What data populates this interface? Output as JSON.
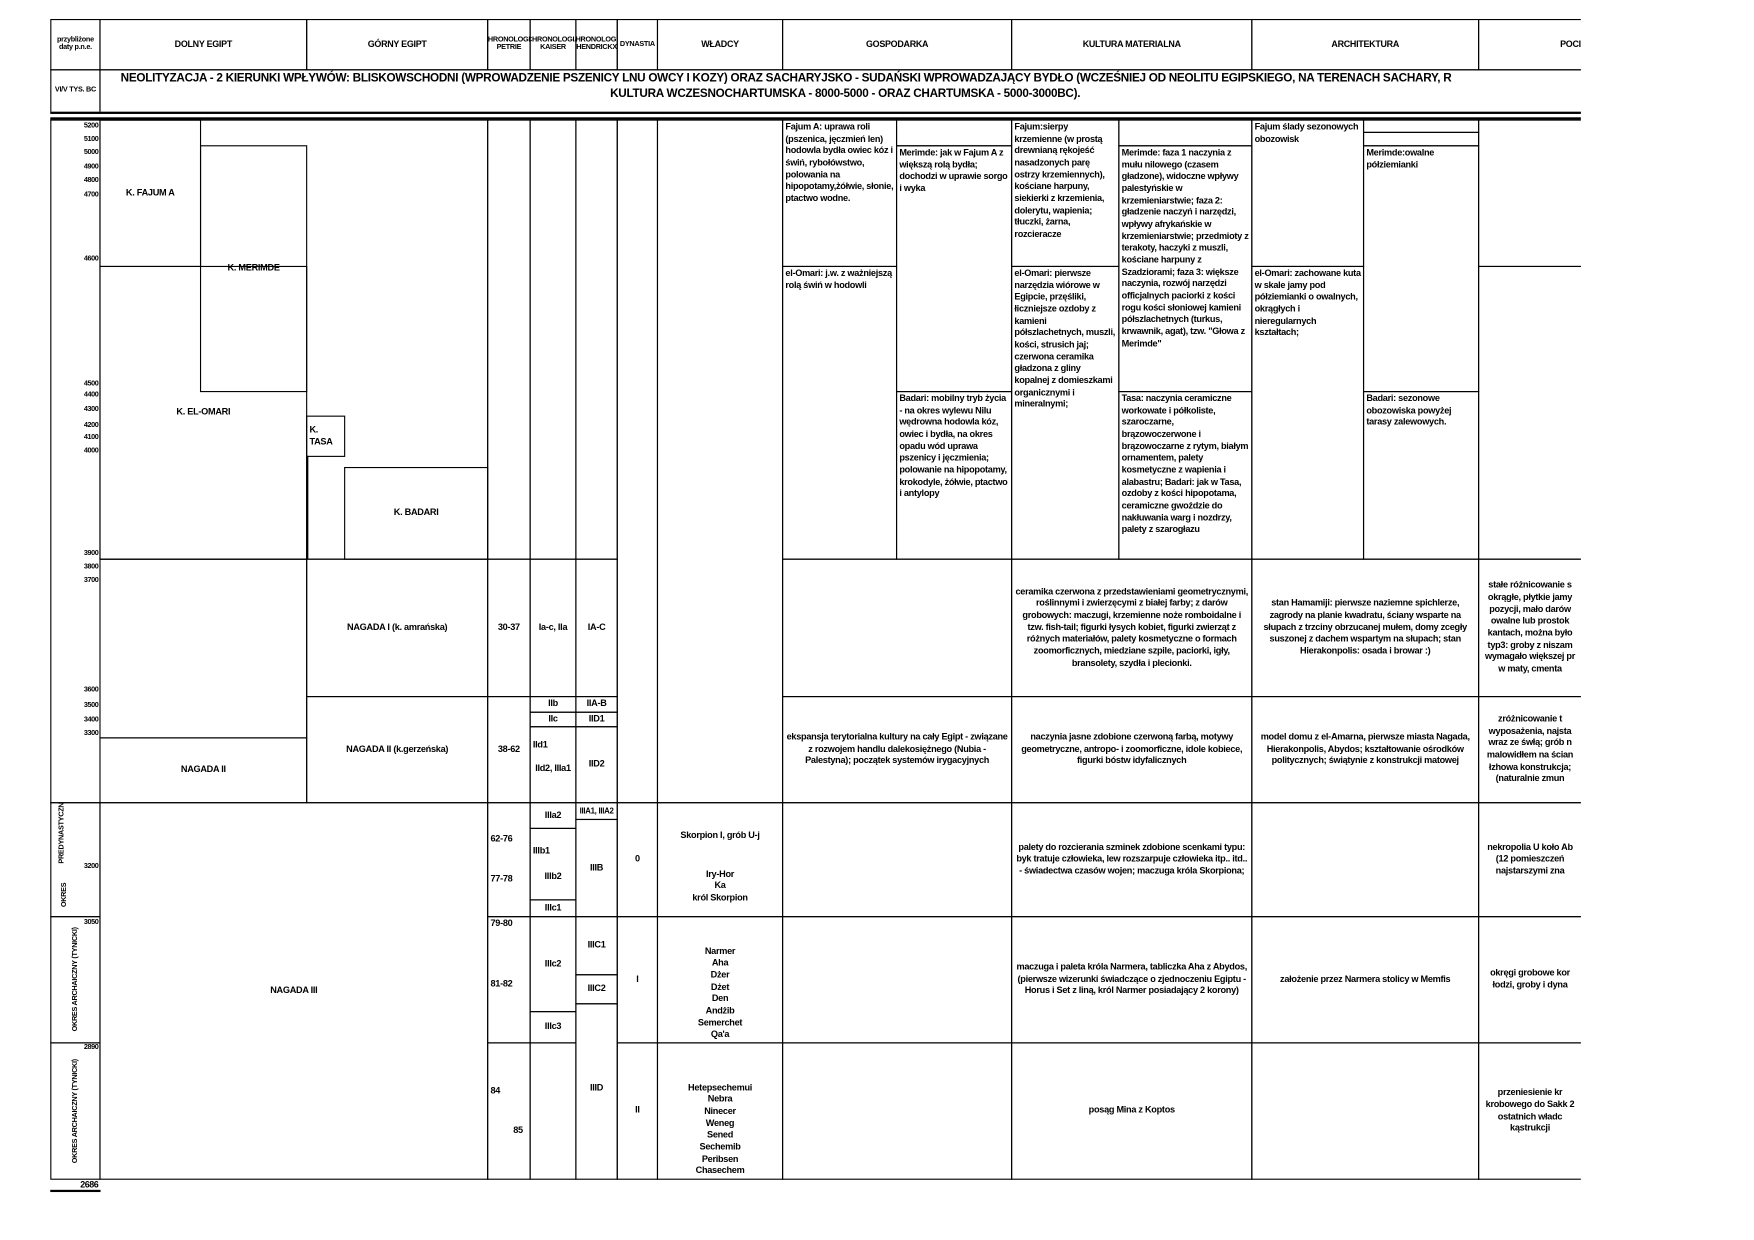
{
  "header": {
    "approx_dates": "przybliżone daty p.n.e.",
    "lower_egypt": "DOLNY EGIPT",
    "upper_egypt": "GÓRNY EGIPT",
    "petrie": "CHRONOLOGIA PETRIE",
    "kaiser": "CHRONOLOGIA KAISER",
    "hendrickx": "CHRONOLOGIA HENDRICKX",
    "dynasty": "DYNASTIA",
    "rulers": "WŁADCY",
    "economy": "GOSPODARKA",
    "material_culture": "KULTURA MATERIALNA",
    "architecture": "ARCHITEKTURA",
    "burials": "POCI"
  },
  "neolithic": {
    "period": "VI/V TYS. BC",
    "line1": "NEOLITYZACJA - 2 KIERUNKI WPŁYWÓW: BLISKOWSCHODNI (WPROWADZENIE PSZENICY LNU OWCY I KOZY) ORAZ SACHARYJSKO - SUDAŃSKI WPROWADZAJĄCY BYDŁO (WCZEŚNIEJ OD NEOLITU EGIPSKIEGO, NA TERENACH SACHARY, R",
    "line2": "KULTURA WCZESNOCHARTUMSKA - 8000-5000 - ORAZ CHARTUMSKA - 5000-3000BC)."
  },
  "years": [
    "5200",
    "5100",
    "5000",
    "4900",
    "4800",
    "4700",
    "4600",
    "4500",
    "4400",
    "4300",
    "4200",
    "4100",
    "4000",
    "3900",
    "3800",
    "3700",
    "3600",
    "3500",
    "3400",
    "3300",
    "3200",
    "3050",
    "2890",
    "2686"
  ],
  "periods": {
    "predynastic": "PREDYNASTYCZNY",
    "okres": "OKRES",
    "archaic1": "OKRES ARCHAICZNY (TYNICKI)",
    "archaic2": "OKRES ARCHAICZNY (TYNICKI)"
  },
  "cultures": {
    "fajum_a": "K. FAJUM A",
    "merimde": "K. MERIMDE",
    "el_omari": "K. EL-OMARI",
    "tasa": "K. TASA",
    "badari": "K. BADARI",
    "nagada1": "NAGADA I (k. amrańska)",
    "nagada2_upper": "NAGADA II (k.gerzeńska)",
    "nagada2_lower": "NAGADA II",
    "nagada3": "NAGADA III"
  },
  "petrie": {
    "n1": "30-37",
    "n2": "38-62",
    "p1": "62-76",
    "p2": "77-78",
    "d1a": "79-80",
    "d1b": "81-82",
    "d2a": "84",
    "d2b": "85"
  },
  "kaiser": {
    "n1": "Ia-c, IIa",
    "iib": "IIb",
    "iic": "IIc",
    "iid1": "IId1",
    "iid2": "IId2, IIIa1",
    "iiia2": "IIIa2",
    "iiib1": "IIIb1",
    "iiib2": "IIIb2",
    "iiic1": "IIIc1",
    "iiic2": "IIIc2",
    "iiic3": "IIIc3"
  },
  "hendrickx": {
    "iac": "IA-C",
    "iiab": "IIA-B",
    "iid1": "IID1",
    "iid2": "IID2",
    "iiia": "IIIA1, IIIA2",
    "iiib": "IIIB",
    "iiic1": "IIIC1",
    "iiic2": "IIIC2",
    "iiid": "IIID"
  },
  "dynasties": {
    "d0": "0",
    "d1": "I",
    "d2": "II"
  },
  "rulers": {
    "d0_top": "Skorpion I, grób U-j",
    "d0": [
      "Iry-Hor",
      "Ka",
      "król Skorpion"
    ],
    "d1": [
      "Narmer",
      "Aha",
      "Dżer",
      "Dżet",
      "Den",
      "Andżib",
      "Semerchet",
      "Qa'a"
    ],
    "d2": [
      "Hetepsechemui",
      "Nebra",
      "Ninecer",
      "Weneg",
      "Sened",
      "Sechemib",
      "Peribsen",
      "Chasechem"
    ]
  },
  "economy": {
    "fajum": "Fajum A: uprawa roli (pszenica, jęczmień len) hodowla bydła owiec kóz i świń, rybołówstwo, polowania na hipopotamy,żółwie, słonie, ptactwo wodne.",
    "omari": "el-Omari: j.w. z ważniejszą rolą świń w hodowli",
    "merimde": "Merimde: jak w Fajum A z większą rolą bydła; dochodzi w uprawie sorgo i wyka",
    "badari": "Badari: mobilny tryb życia - na okres wylewu Nilu wędrowna hodowla kóz, owiec i bydła, na okres opadu wód uprawa pszenicy i jęczmienia; polowanie na hipopotamy, krokodyle, żółwie, ptactwo i antylopy",
    "nagada2": "ekspansja terytorialna kultury na cały Egipt - związane z rozwojem handlu dalekosiężnego (Nubia - Palestyna); początek systemów irygacyjnych"
  },
  "culture": {
    "fajum": "Fajum:sierpy krzemienne (w prostą drewnianą rękojeść nasadzonych parę ostrzy krzemiennych), kościane harpuny, siekierki z krzemienia, dolerytu, wapienia; tłuczki, żarna, rozcieracze",
    "omari": "el-Omari: pierwsze narzędzia wiórowe w Egipcie, przęśliki, łiczniejsze ozdoby z kamieni półszlachetnych, muszli, kości, strusich jaj; czerwona ceramika gładzona z gliny kopalnej z domieszkami organicznymi i mineralnymi;",
    "merimde": "Merimde: faza 1 naczynia z mułu nilowego (czasem gładzone), widoczne wpływy palestyńskie w krzemieniarstwie; faza 2: gładzenie naczyń i narzędzi, wpływy afrykańskie w krzemieniarstwie; przedmioty z terakoty, haczyki z muszli, kościane harpuny z Szadziorami; faza 3: większe naczynia, rozwój narzędzi officjalnych paciorki z kości rogu kości słoniowej kamieni półszlachetnych (turkus, krwawnik, agat), tzw. \"Głowa z Merimde\"",
    "tasa": "Tasa: naczynia ceramiczne workowate i półkoliste, szaroczarne, brązowoczerwone i brązowoczarne z rytym, białym ornamentem, palety kosmetyczne z wapienia i alabastru; Badari: jak w Tasa, ozdoby z kości hipopotama, ceramiczne gwoździe do nakłuwania warg i nozdrzy, palety z szarogłazu",
    "nagada1": "ceramika czerwona z przedstawieniami geometrycznymi, roślinnymi i zwierzęcymi z białej farby; z darów grobowych: maczugi, krzemienne noże romboidalne i tzw. fish-tail; figurki łysych kobiet, figurki zwierząt z różnych materiałów, palety kosmetyczne o formach zoomorficznych, miedziane szpile, paciorki, igły, bransolety, szydła i plecionki.",
    "nagada2": "naczynia jasne zdobione czerwoną farbą, motywy geometryczne, antropo- i zoomorficzne, idole kobiece, figurki bóstw idyfalicznych",
    "predyn": "palety do rozcierania szminek zdobione scenkami typu: byk tratuje człowieka, lew rozszarpuje człowieka itp.. itd.. - świadectwa czasów wojen; maczuga króla Skorpiona;",
    "dyn1": "maczuga i paleta króla Narmera, tabliczka Aha z Abydos, (pierwsze wizerunki świadczące o zjednoczeniu Egiptu - Horus i Set z liną, król Narmer posiadający 2 korony)",
    "dyn2": "posąg Mina z Koptos"
  },
  "architecture": {
    "fajum": "Fajum ślady sezonowych obozowisk",
    "omari": "el-Omari: zachowane kuta w skale jamy pod półziemianki o owalnych, okrągłych i nieregularnych kształtach;",
    "merimde": "Merimde:owalne półziemianki",
    "badari": "Badari: sezonowe obozowiska powyżej tarasy zalewowych.",
    "nagada1": "stan Hamamiji: pierwsze naziemne spichlerze, zagrody na planie kwadratu, ściany wsparte na słupach z trzciny obrzucanej mułem, domy zcegły suszonej z dachem wspartym na słupach; stan Hierakonpolis: osada i browar :)",
    "nagada2": "model domu z el-Amarna, pierwsze miasta Nagada, Hierakonpolis, Abydos; kształtowanie ośrodków politycznych; świątynie z konstrukcji matowej",
    "dyn1": "założenie przez Narmera stolicy w Memfis"
  },
  "burials": {
    "nagada1": "stałe różnicowanie s okrągłe, płytkie jamy pozycji, mało darów owalne lub prostok kantach, można było typ3: groby z niszam wymagało większej pr w maty, cmenta",
    "nagada2": "zróżnicowanie t wyposażenia, najsta wraz ze śwłą; grób n malowidłem na ścian łzhowa konstrukcja; (naturalnie zmun",
    "predyn": "nekropolia U koło Ab (12 pomieszczeń najstarszymi zna",
    "dyn1": "okręgi grobowe kor łodzi, groby i dyna",
    "dyn2": "przeniesienie kr krobowego do Sakk 2 ostatnich władc kąstrukcji"
  }
}
